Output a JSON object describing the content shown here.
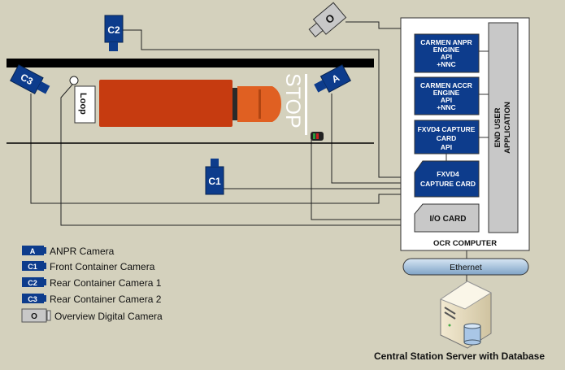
{
  "colors": {
    "background": "#d4d1bd",
    "camera_blue": "#0d3c8c",
    "truck": "#c63b10",
    "panel_grey": "#c8c8c8"
  },
  "cameras": {
    "anpr": "A",
    "front": "C1",
    "rear1": "C2",
    "rear2": "C3",
    "overview": "O"
  },
  "road": {
    "stop": "STOP",
    "loop": "Loop"
  },
  "ocr": {
    "anpr_engine": [
      "CARMEN ANPR",
      "ENGINE",
      "API",
      "+NNC"
    ],
    "accr_engine": [
      "CARMEN ACCR",
      "ENGINE",
      "API",
      "+NNC"
    ],
    "capture_api": [
      "FXVD4 CAPTURE",
      "CARD",
      "API"
    ],
    "capture_card": [
      "FXVD4",
      "CAPTURE CARD"
    ],
    "io_card": "I/O CARD",
    "end_user_app": [
      "END USER",
      "APPLICATION"
    ],
    "title": "OCR COMPUTER"
  },
  "ethernet": "Ethernet",
  "server_caption": "Central Station Server with Database",
  "legend": [
    {
      "badge": "A",
      "label": "ANPR Camera"
    },
    {
      "badge": "C1",
      "label": "Front Container Camera"
    },
    {
      "badge": "C2",
      "label": "Rear Container Camera 1"
    },
    {
      "badge": "C3",
      "label": "Rear Container Camera 2"
    },
    {
      "badge": "O",
      "label": "Overview Digital Camera"
    }
  ]
}
